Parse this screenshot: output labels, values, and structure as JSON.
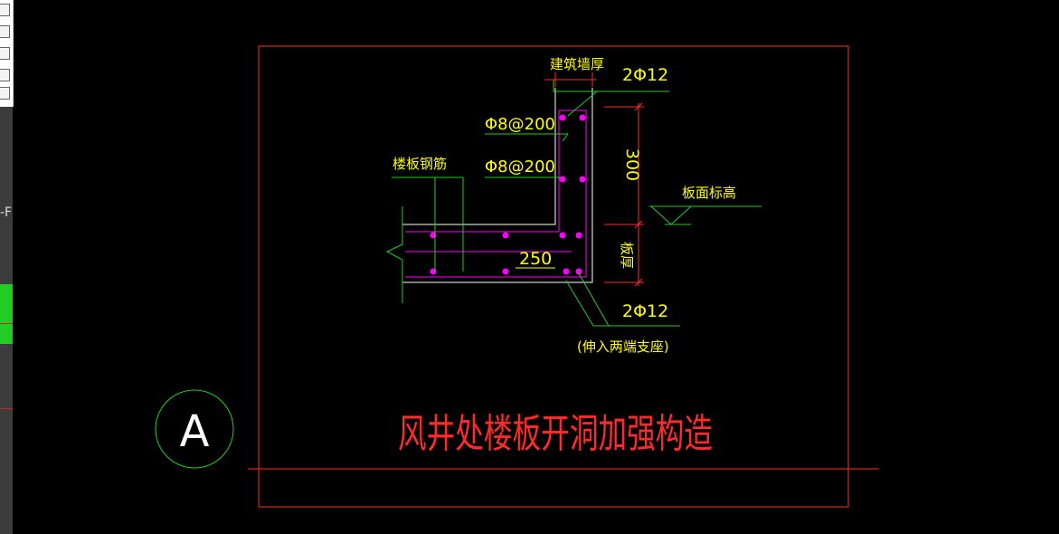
{
  "colors": {
    "background": "#000000",
    "frame": "#ff2a2a",
    "leader": "#22cc22",
    "outline": "#ffffff",
    "rebar": "#ff00ff",
    "text_label": "#ffff00",
    "title": "#ff2a2a",
    "dimension": "#ff2a2a",
    "side_panel_accent": "#22cc22"
  },
  "side_panel": {
    "clipped_label": "-F",
    "icons": [
      "toolbar-icon",
      "toolbar-icon",
      "toolbar-icon",
      "toolbar-icon",
      "toolbar-icon"
    ]
  },
  "drawing": {
    "title": "风井处楼板开洞加强构造",
    "detail_marker": "A",
    "labels": {
      "wall_thickness": "建筑墙厚",
      "top_bars": "2Φ12",
      "stirrup_1": "Φ8@200",
      "stirrup_2": "Φ8@200",
      "slab_rebar": "楼板钢筋",
      "dim_300": "300",
      "dim_250": "250",
      "slab_top_level": "板面标高",
      "slab_thickness": "板厚",
      "bottom_bars": "2Φ12",
      "bottom_note": "(伸入两端支座)"
    }
  }
}
